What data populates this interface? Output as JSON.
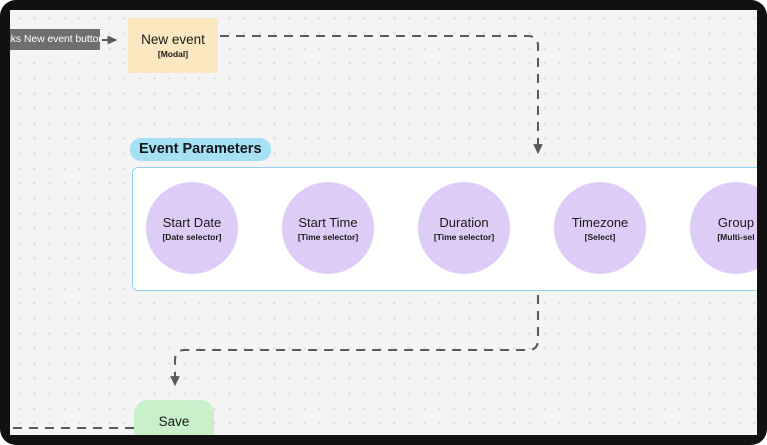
{
  "diagram": {
    "type": "flowchart",
    "trigger": {
      "label": "clicks New event button",
      "clipped_left": true
    },
    "nodes": [
      {
        "id": "new-event",
        "title": "New event",
        "subtitle": "[Modal]",
        "shape": "rectangle",
        "color": "#fce8c0"
      },
      {
        "id": "start-date",
        "title": "Start Date",
        "subtitle": "[Date selector]",
        "shape": "circle",
        "color": "#ddcdf6"
      },
      {
        "id": "start-time",
        "title": "Start Time",
        "subtitle": "[Time selector]",
        "shape": "circle",
        "color": "#ddcdf6"
      },
      {
        "id": "duration",
        "title": "Duration",
        "subtitle": "[Time selector]",
        "shape": "circle",
        "color": "#ddcdf6"
      },
      {
        "id": "timezone",
        "title": "Timezone",
        "subtitle": "[Select]",
        "shape": "circle",
        "color": "#ddcdf6"
      },
      {
        "id": "group",
        "title": "Group",
        "subtitle": "[Multi-sel",
        "shape": "circle",
        "color": "#ddcdf6",
        "clipped_right": true
      },
      {
        "id": "save",
        "title": "Save",
        "subtitle": "",
        "shape": "rounded-rectangle",
        "color": "#c9efcb",
        "clipped_bottom": true
      }
    ],
    "group": {
      "id": "event-parameters",
      "label": "Event Parameters",
      "label_color": "#a5e0f5",
      "border_color": "#8fd4ee"
    },
    "edge_style": {
      "solid_color": "#5a5a5a",
      "dashed_color": "#5a5a5a"
    },
    "canvas": {
      "background": "#f4f4f4",
      "dot_color": "#d8d8d8",
      "frame_color": "#111111"
    }
  }
}
